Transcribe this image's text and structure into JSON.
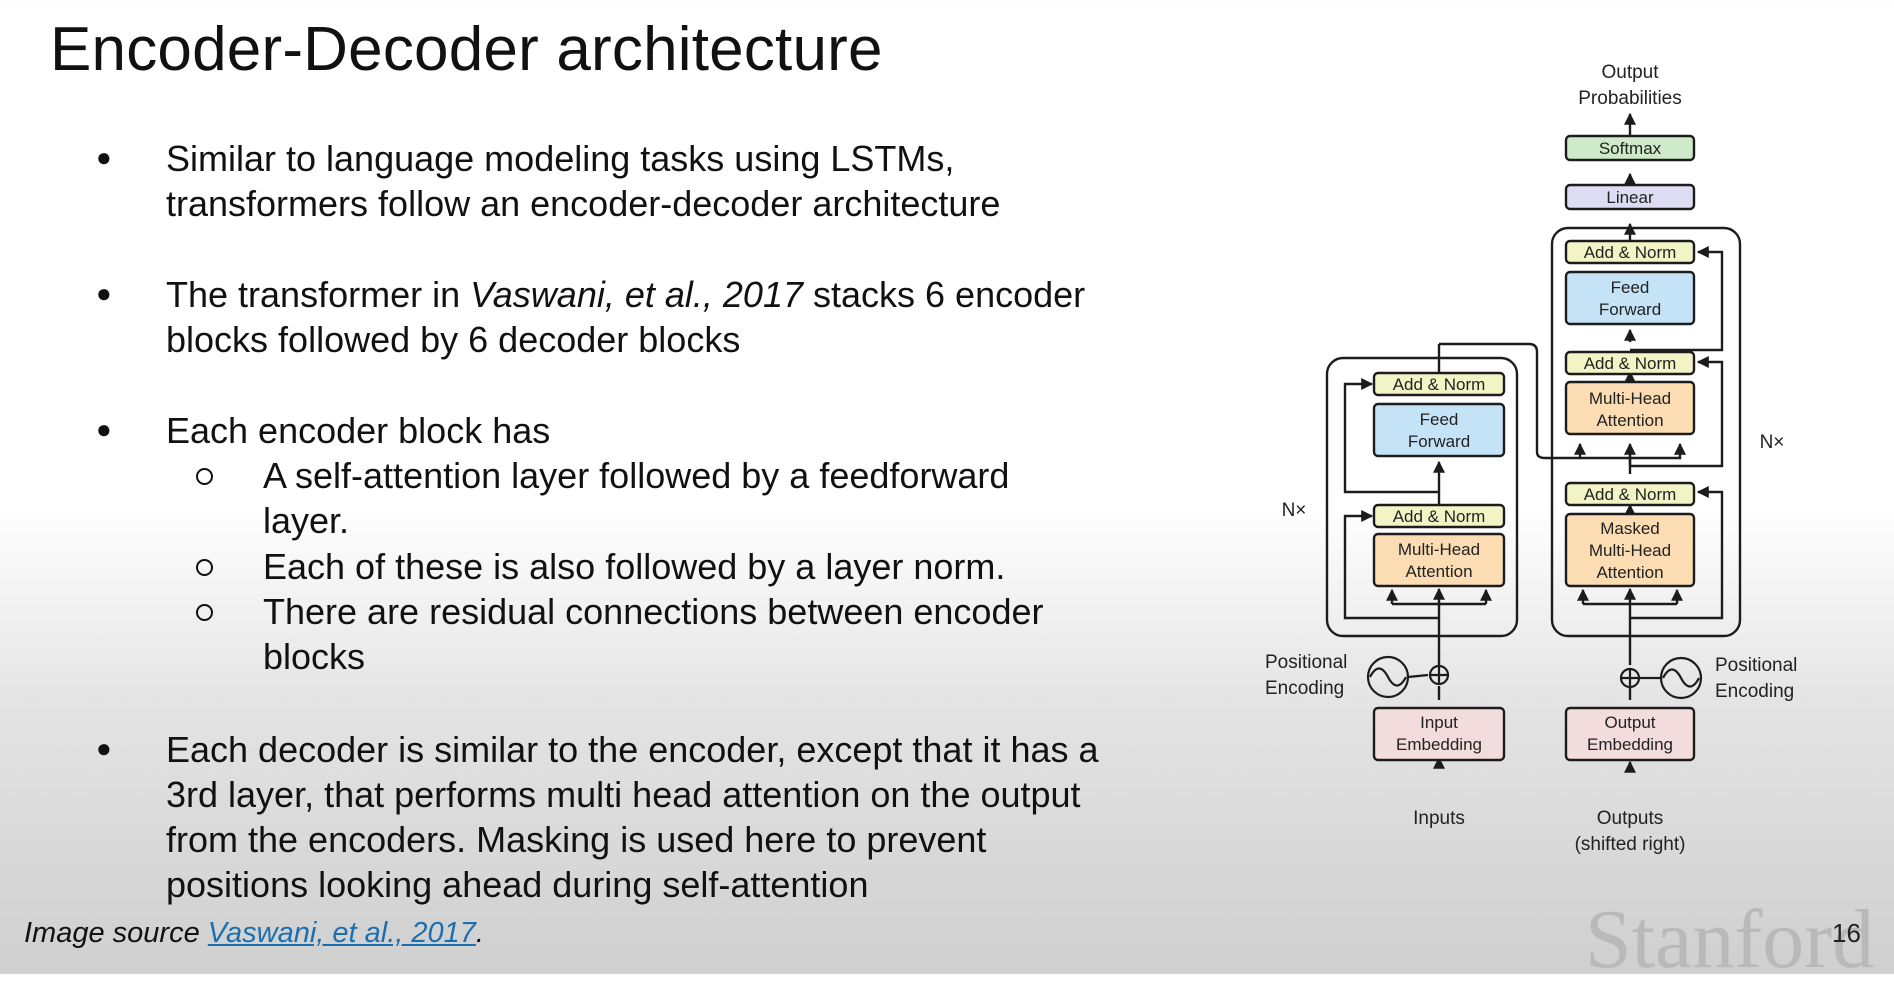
{
  "slide": {
    "title": "Encoder-Decoder architecture",
    "page_number": "16",
    "watermark": "Stanford"
  },
  "bullets": {
    "b1": {
      "line1": "Similar to language modeling tasks using LSTMs,",
      "line2": "transformers follow an encoder-decoder architecture"
    },
    "b2": {
      "pre": "The transformer in ",
      "citation": "Vaswani, et al., 2017",
      "post": " stacks 6 encoder",
      "line2": "blocks followed by 6 decoder blocks"
    },
    "b3": {
      "line1": "Each encoder block has",
      "sub1_line1": "A self-attention layer followed by a feedforward",
      "sub1_line2": "layer.",
      "sub2": "Each of these is also followed by a layer norm.",
      "sub3_line1": "There are residual connections between encoder",
      "sub3_line2": "blocks"
    },
    "b4": {
      "line1": "Each decoder is similar to the encoder, except that it has a",
      "line2": "3rd layer, that performs multi head attention on the output",
      "line3": "from the encoders. Masking is used here to prevent",
      "line4": "positions looking ahead during self-attention"
    }
  },
  "footer": {
    "prefix": "Image source ",
    "link_text": "Vaswani, et al., 2017",
    "suffix": "."
  },
  "diagram": {
    "output_probabilities": [
      "Output",
      "Probabilities"
    ],
    "softmax": "Softmax",
    "linear": "Linear",
    "add_norm": "Add & Norm",
    "feed_forward": [
      "Feed",
      "Forward"
    ],
    "multi_head_attention": [
      "Multi-Head",
      "Attention"
    ],
    "masked_multi_head_attention": [
      "Masked",
      "Multi-Head",
      "Attention"
    ],
    "nx": "N×",
    "positional_encoding": [
      "Positional",
      "Encoding"
    ],
    "input_embedding": [
      "Input",
      "Embedding"
    ],
    "output_embedding": [
      "Output",
      "Embedding"
    ],
    "inputs": "Inputs",
    "outputs": [
      "Outputs",
      "(shifted right)"
    ],
    "colors": {
      "add_norm": "#f3f4c6",
      "feed_forward": "#c4e3f6",
      "attention": "#fbdcb3",
      "linear": "#dedcf2",
      "softmax": "#cfeac9",
      "embedding": "#f3dcdc",
      "stroke": "#1c1c1c",
      "link": "#1a6fb0"
    }
  }
}
